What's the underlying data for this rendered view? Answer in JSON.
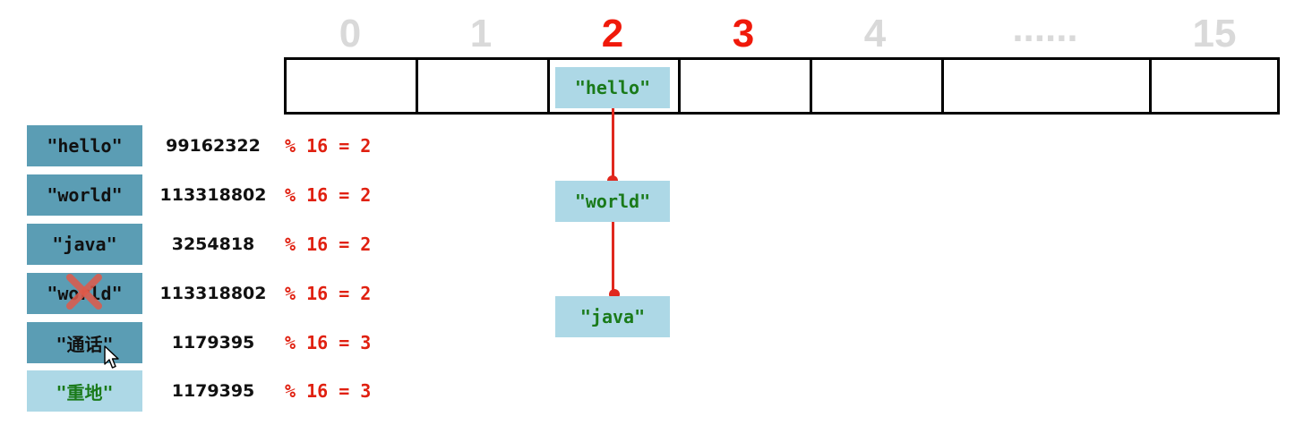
{
  "indices": [
    "0",
    "1",
    "2",
    "3",
    "4",
    "......",
    "15"
  ],
  "highlighted_indices": [
    "2",
    "3"
  ],
  "bucket_chain": [
    "\"hello\"",
    "\"world\"",
    "\"java\""
  ],
  "keys": [
    {
      "label": "\"hello\"",
      "hash": "99162322",
      "mod": "% 16 = 2",
      "removed": false,
      "active": false
    },
    {
      "label": "\"world\"",
      "hash": "113318802",
      "mod": "% 16 = 2",
      "removed": false,
      "active": false
    },
    {
      "label": "\"java\"",
      "hash": "3254818",
      "mod": "% 16 = 2",
      "removed": false,
      "active": false
    },
    {
      "label": "\"world\"",
      "hash": "113318802",
      "mod": "% 16 = 2",
      "removed": true,
      "active": false
    },
    {
      "label": "\"通话\"",
      "hash": "1179395",
      "mod": "% 16 = 3",
      "removed": false,
      "active": false
    },
    {
      "label": "\"重地\"",
      "hash": "1179395",
      "mod": "% 16 = 3",
      "removed": false,
      "active": true
    }
  ],
  "colors": {
    "highlight_index": "#f0190a",
    "muted_index": "#d9d9d9",
    "node_fill": "#add8e6",
    "key_fill": "#5b9db4",
    "node_text": "#1a7a1a",
    "modulo_text": "#e02010",
    "link": "#e0281e"
  }
}
